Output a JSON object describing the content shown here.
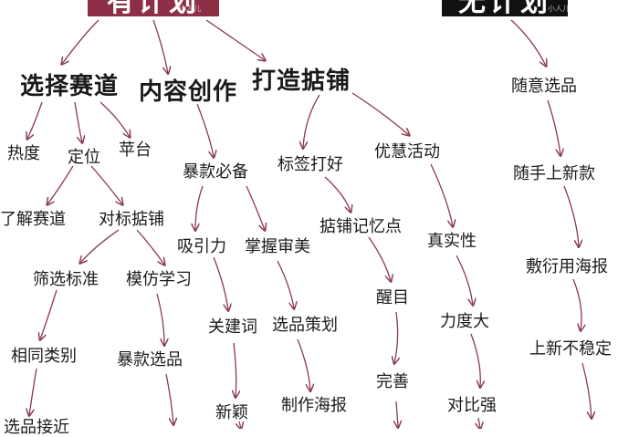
{
  "header": {
    "plan_label": "有计划",
    "noplan_label": "无计划",
    "watermark_plan": "小人儿",
    "watermark_noplan": "小人儿"
  },
  "colors": {
    "plan_accent": "#8e2e45",
    "noplan_accent": "#111111",
    "arrow": "#8a3a4c"
  },
  "plan": {
    "sections": [
      {
        "title": "选择赛道"
      },
      {
        "title": "内容创作"
      },
      {
        "title": "打造掂铺"
      }
    ],
    "nodes": {
      "heat": "热度",
      "position": "定位",
      "platform": "苹台",
      "understand": "了解赛道",
      "benchmark": "对标掂铺",
      "filter": "筛选标准",
      "imitate": "模仿学习",
      "same_category": "相同类别",
      "hot_product": "暴款选品",
      "select_near": "选品接近",
      "hot_must": "暴款必备",
      "attract": "吸引力",
      "aesthetic": "掌握审美",
      "keyword": "关建词",
      "product_plan": "选品策划",
      "novel": "新颖",
      "poster": "制作海报",
      "tag": "标签打好",
      "store_memory": "掂铺记忆点",
      "eye": "醒目",
      "perfect": "完善",
      "promo": "优慧活动",
      "real": "真实性",
      "strength": "力度大",
      "contrast": "对比强"
    }
  },
  "noplan": {
    "nodes": {
      "random": "随意选品",
      "casual_new": "随手上新款",
      "poster": "敷衍用海报",
      "unstable": "上新不稳定"
    }
  }
}
